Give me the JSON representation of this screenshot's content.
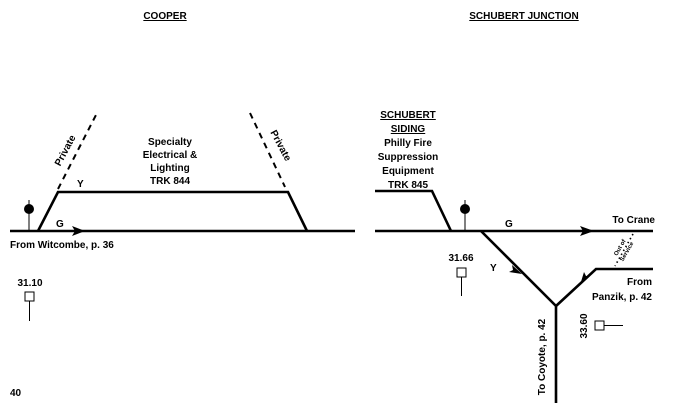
{
  "page_number": "40",
  "cooper": {
    "title": "COOPER",
    "industry": [
      "Specialty",
      "Electrical &",
      "Lighting",
      "TRK 844"
    ],
    "private_left": "Private",
    "private_right": "Private",
    "siding_track": "Y",
    "main_track": "G",
    "from_label": "From Witcombe, p. 36",
    "milepost": "31.10"
  },
  "schubert": {
    "title": "SCHUBERT JUNCTION",
    "siding_title": [
      "SCHUBERT",
      "SIDING"
    ],
    "industry": [
      "Philly Fire",
      "Suppression",
      "Equipment",
      "TRK 845"
    ],
    "main_track": "G",
    "wye_track": "Y",
    "to_crane": "To Crane",
    "out_of_service": [
      "Out of",
      "Service"
    ],
    "from_panzik": [
      "From",
      "Panzik, p. 42"
    ],
    "to_coyote": "To Coyote, p. 42",
    "milepost_1": "31.66",
    "milepost_2": "33.60"
  }
}
